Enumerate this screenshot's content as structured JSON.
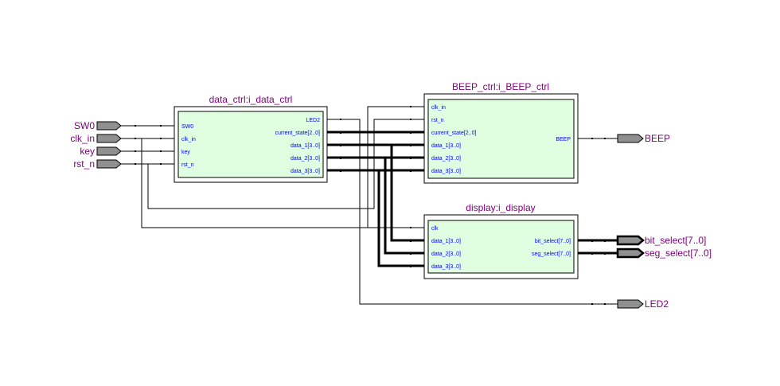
{
  "blocks": {
    "data_ctrl": {
      "title": "data_ctrl:i_data_ctrl",
      "inputs": [
        "SW0",
        "clk_in",
        "key",
        "rst_n"
      ],
      "outputs": [
        "LED2",
        "current_state[2..0]",
        "data_1[3..0]",
        "data_2[3..0]",
        "data_3[3..0]"
      ]
    },
    "beep_ctrl": {
      "title": "BEEP_ctrl:i_BEEP_ctrl",
      "inputs": [
        "clk_in",
        "rst_n",
        "current_state[2..0]",
        "data_1[3..0]",
        "data_2[3..0]",
        "data_3[3..0]"
      ],
      "outputs": [
        "BEEP"
      ]
    },
    "display": {
      "title": "display:i_display",
      "inputs": [
        "clk",
        "data_1[3..0]",
        "data_2[3..0]",
        "data_3[3..0]"
      ],
      "outputs": [
        "bit_select[7..0]",
        "seg_select[7..0]"
      ]
    }
  },
  "input_pins": [
    "SW0",
    "clk_in",
    "key",
    "rst_n"
  ],
  "output_pins": [
    "BEEP",
    "bit_select[7..0]",
    "seg_select[7..0]",
    "LED2"
  ],
  "colors": {
    "label": "#800080",
    "port": "#0000ff",
    "block_fill": "#e0ffe0",
    "pin_fill": "#909090",
    "wire": "#000000"
  }
}
